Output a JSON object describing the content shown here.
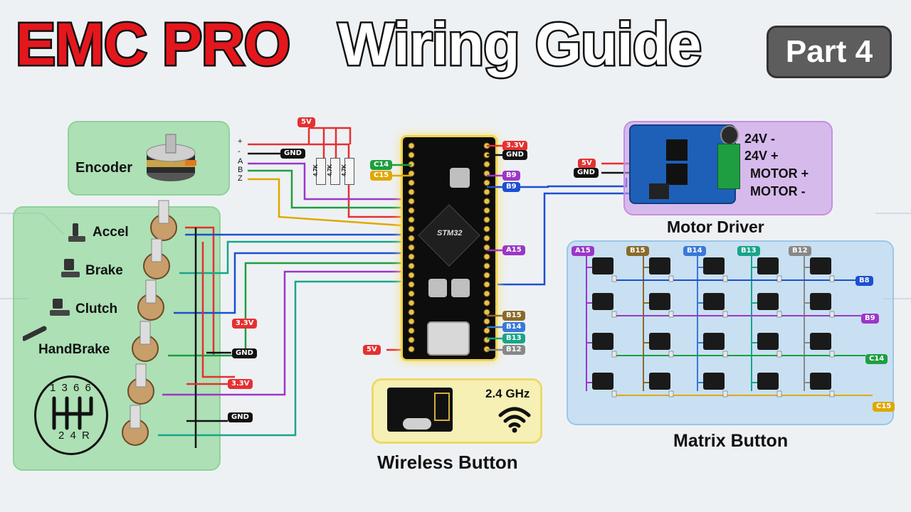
{
  "header": {
    "title_red": "EMC PRO",
    "title_white": "Wiring Guide",
    "part": "Part 4"
  },
  "encoder": {
    "label": "Encoder",
    "pins": [
      "+",
      "-",
      "A",
      "B",
      "Z"
    ],
    "supply": "5V",
    "gnd": "GND",
    "resistors": [
      "4.7K",
      "4.7K",
      "4.7K"
    ]
  },
  "pedals": {
    "items": [
      "Accel",
      "Brake",
      "Clutch",
      "HandBrake"
    ],
    "gear_top": "1 3 6 6",
    "gear_bottom": "2 4 R",
    "supply_labels": [
      "3.3V",
      "3.3V"
    ],
    "gnd_labels": [
      "GND",
      "GND"
    ]
  },
  "mcu": {
    "chip": "STM32",
    "left_pins": [
      "C14",
      "C15",
      "5V"
    ],
    "right_pins": [
      "3.3V",
      "GND",
      "B9",
      "B9",
      "A15",
      "B15",
      "B14",
      "B13",
      "B12"
    ]
  },
  "motor_driver": {
    "label": "Motor Driver",
    "inputs": [
      "5V",
      "GND"
    ],
    "terminals": [
      "24V -",
      "24V +",
      "MOTOR +",
      "MOTOR -"
    ]
  },
  "matrix": {
    "label": "Matrix Button",
    "columns": [
      "A15",
      "B15",
      "B14",
      "B13",
      "B12"
    ],
    "rows": [
      "B8",
      "B9",
      "C14",
      "C15"
    ]
  },
  "wireless": {
    "label": "Wireless Button",
    "freq": "2.4 GHz"
  },
  "colors": {
    "red": "#e53030",
    "black": "#111111",
    "green": "#1e9e40",
    "yellow": "#e0a800",
    "purple": "#9b37c7",
    "blue": "#1d4fd0",
    "teal": "#18a58a"
  }
}
